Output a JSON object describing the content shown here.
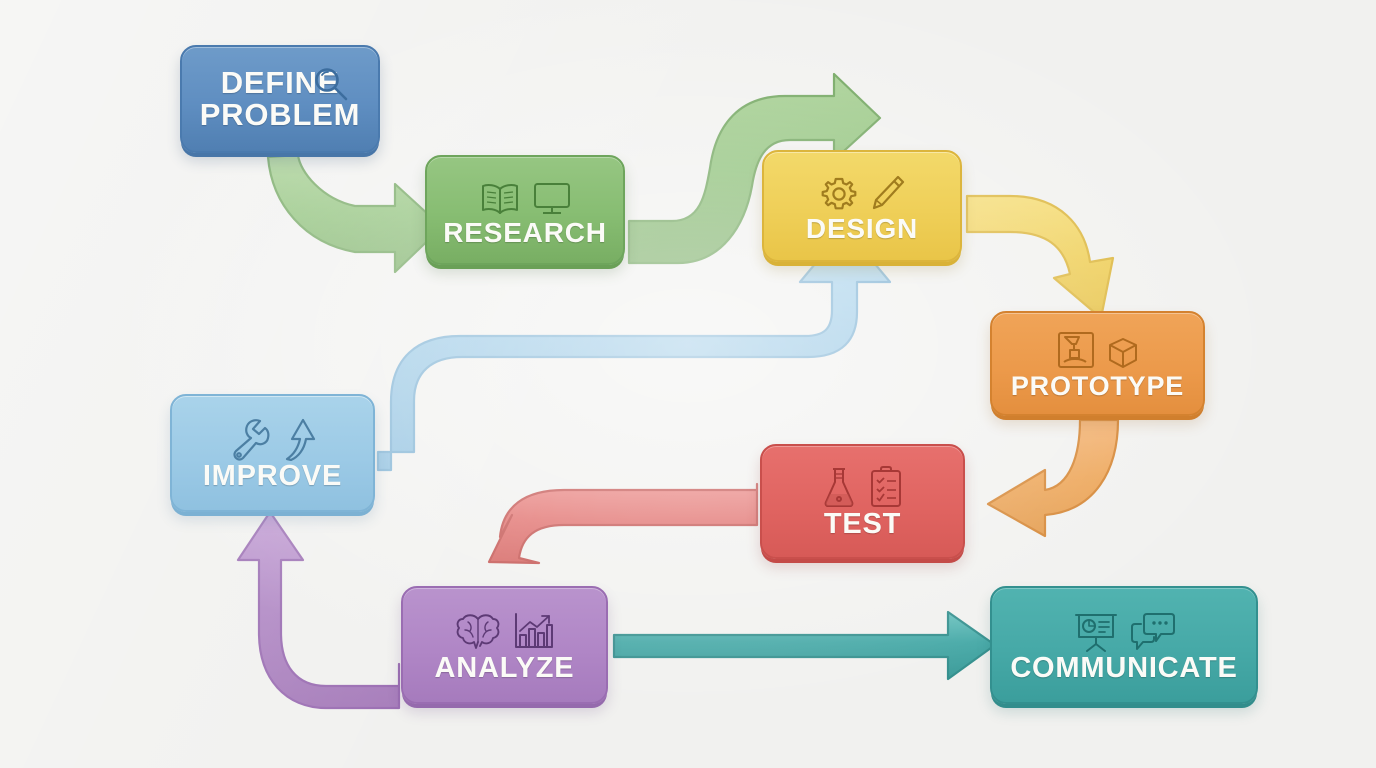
{
  "diagram": {
    "title": "Problem solving / design process flowchart",
    "background_color": "#f1f1ef",
    "nodes": [
      {
        "id": "define-problem",
        "label": "DEFINE\nPROBLEM",
        "color": "#5f8ec1",
        "icons": [
          "magnifier-icon"
        ]
      },
      {
        "id": "research",
        "label": "RESEARCH",
        "color": "#87bd72",
        "icons": [
          "open-book-icon",
          "monitor-icon"
        ]
      },
      {
        "id": "design",
        "label": "DESIGN",
        "color": "#efcf58",
        "icons": [
          "gear-icon",
          "pencil-icon"
        ]
      },
      {
        "id": "prototype",
        "label": "PROTOTYPE",
        "color": "#ec9a4b",
        "icons": [
          "3d-printer-icon",
          "cube-icon"
        ]
      },
      {
        "id": "test",
        "label": "TEST",
        "color": "#e06461",
        "icons": [
          "flask-icon",
          "clipboard-checklist-icon"
        ]
      },
      {
        "id": "analyze",
        "label": "ANALYZE",
        "color": "#b086c6",
        "icons": [
          "brain-icon",
          "bar-chart-icon"
        ]
      },
      {
        "id": "communicate",
        "label": "COMMUNICATE",
        "color": "#46a9a7",
        "icons": [
          "presentation-board-icon",
          "speech-bubbles-icon"
        ]
      },
      {
        "id": "improve",
        "label": "IMPROVE",
        "color": "#9ccae6",
        "icons": [
          "wrench-icon",
          "up-arrow-icon"
        ]
      }
    ],
    "connectors": [
      {
        "id": "define-to-research",
        "from": "define-problem",
        "to": "research",
        "color": "#8cc077",
        "shape": "curve-down-right"
      },
      {
        "id": "research-to-design",
        "from": "research",
        "to": "design",
        "color": "#8cc077",
        "shape": "s-curve-up-right"
      },
      {
        "id": "design-to-prototype",
        "from": "design",
        "to": "prototype",
        "color": "#efcf58",
        "shape": "curve-down-right"
      },
      {
        "id": "prototype-to-test",
        "from": "prototype",
        "to": "test",
        "color": "#eda455",
        "shape": "curve-down-left"
      },
      {
        "id": "test-to-analyze",
        "from": "test",
        "to": "analyze",
        "color": "#e06d6a",
        "shape": "left-then-down"
      },
      {
        "id": "analyze-to-communicate",
        "from": "analyze",
        "to": "communicate",
        "color": "#46a9a7",
        "shape": "straight-right"
      },
      {
        "id": "analyze-to-improve",
        "from": "analyze",
        "to": "improve",
        "color": "#b088c4",
        "shape": "left-then-up"
      },
      {
        "id": "improve-to-design",
        "from": "improve",
        "to": "design",
        "color": "#9ccae6",
        "shape": "right-then-up"
      }
    ]
  }
}
